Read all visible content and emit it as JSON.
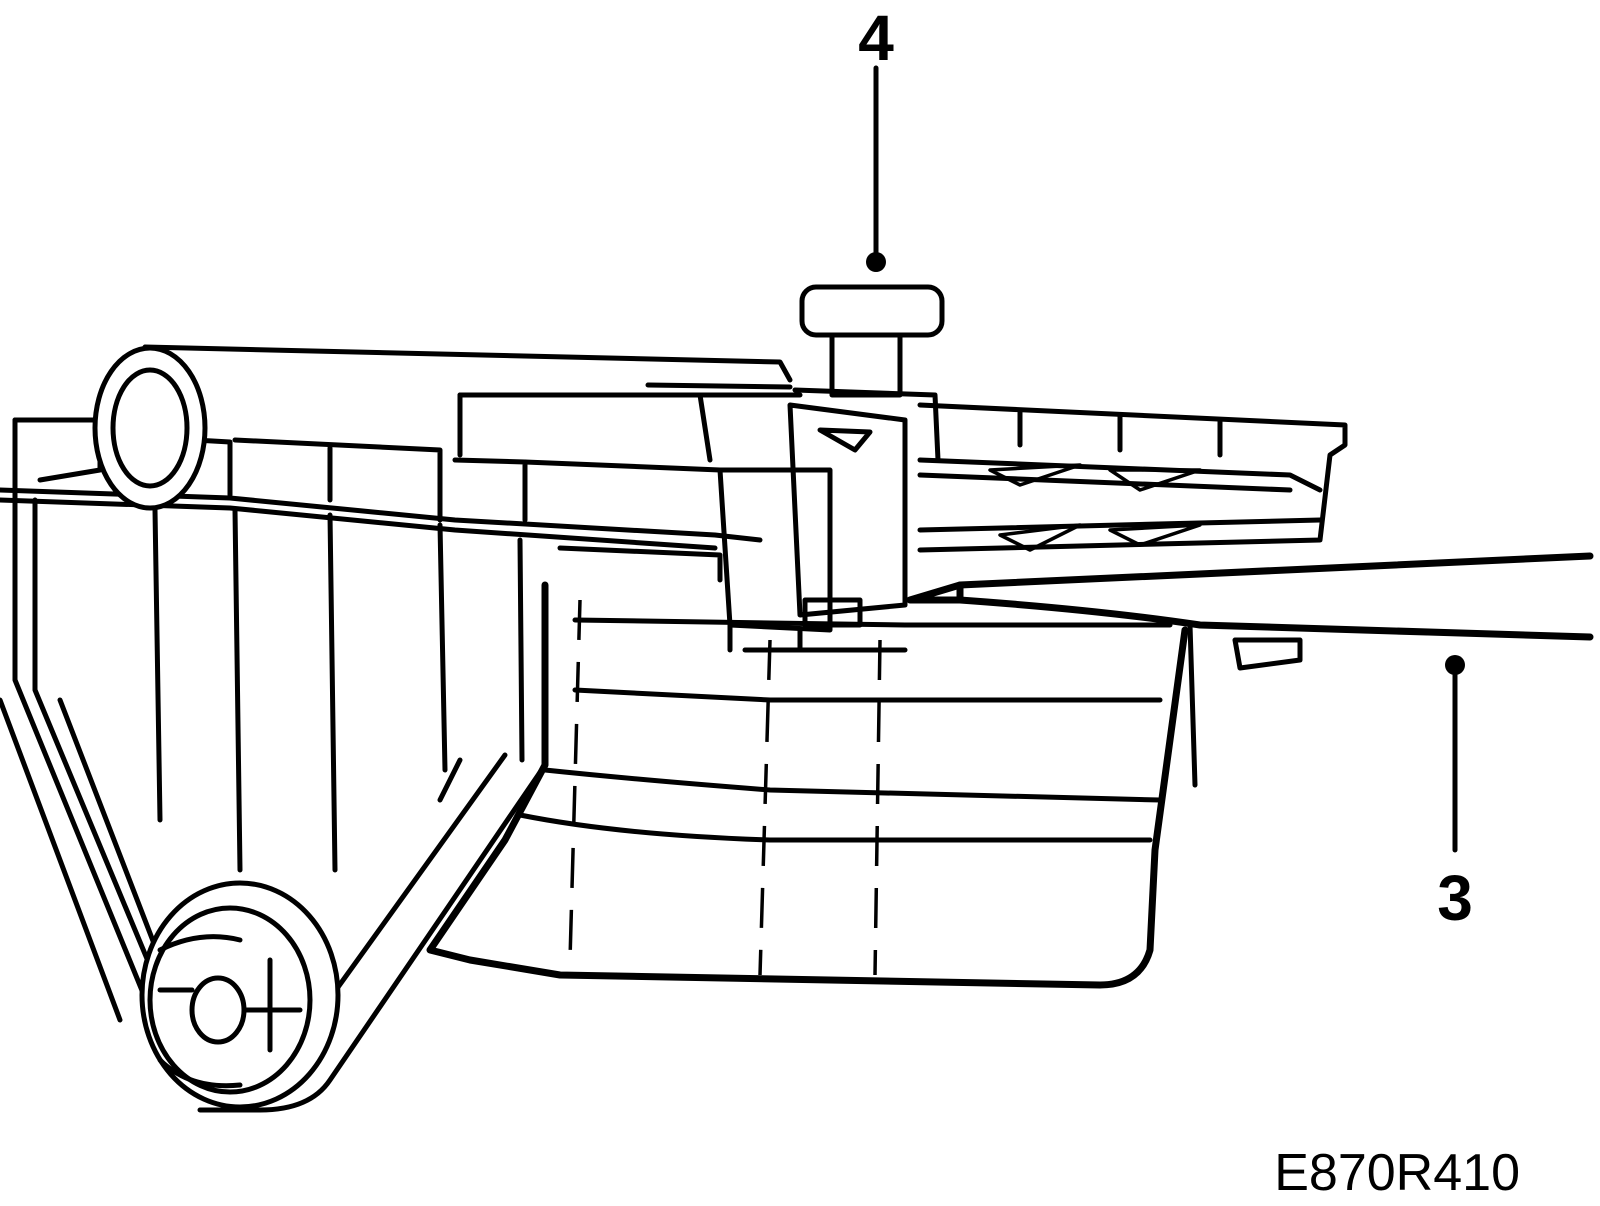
{
  "callouts": [
    {
      "id": "4",
      "label": "4"
    },
    {
      "id": "3",
      "label": "3"
    }
  ],
  "reference_code": "E870R410",
  "colors": {
    "line": "#000000",
    "background": "#ffffff"
  }
}
